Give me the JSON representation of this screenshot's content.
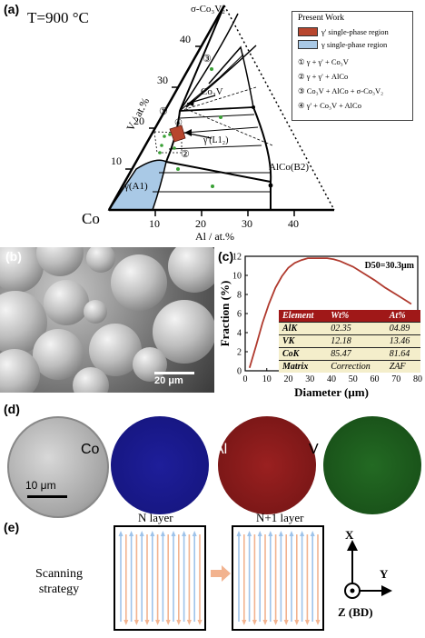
{
  "panels": {
    "a": "(a)",
    "b": "(b)",
    "c": "(c)",
    "d": "(d)",
    "e": "(e)"
  },
  "phase_diagram": {
    "temperature": "T=900 °C",
    "corner_label": "Co",
    "v_axis_label": "V / at.%",
    "al_axis_label": "Al / at.%",
    "v_ticks": [
      "10",
      "20",
      "30",
      "40"
    ],
    "al_ticks": [
      "10",
      "20",
      "30",
      "40"
    ],
    "labels": {
      "sigma": "σ-Co₃V₂",
      "co3v": "Co₃V",
      "gamma_prime": "γ'(L1₂)",
      "gamma": "γ(A1)",
      "alco": "AlCo(B2)",
      "r1": "①",
      "r2": "②",
      "r3": "③",
      "r4": "④"
    },
    "legend": {
      "title": "Present Work",
      "items": [
        {
          "label": "γ' single-phase region",
          "color": "#b8462e"
        },
        {
          "label": "γ single-phase region",
          "color": "#a9c9e6"
        }
      ],
      "regions": [
        "① γ + γ' + Co₃V",
        "② γ + γ' + AlCo",
        "③ Co₃V + AlCo + σ-Co₃V₂",
        "④ γ' + Co₃V + AlCo"
      ]
    }
  },
  "sem": {
    "scale_bar": "20 μm"
  },
  "chart_data": {
    "type": "line",
    "annotation": "D50=30.3μm",
    "xlabel": "Diameter (μm)",
    "ylabel": "Fraction (%)",
    "xlim": [
      0,
      80
    ],
    "ylim": [
      0,
      12
    ],
    "xticks": [
      "0",
      "10",
      "20",
      "30",
      "40",
      "50",
      "60",
      "70",
      "80"
    ],
    "yticks": [
      "0",
      "2",
      "4",
      "6",
      "8",
      "10",
      "12"
    ],
    "x": [
      2,
      5,
      8,
      11,
      14,
      17,
      20,
      23,
      26,
      29,
      32,
      35,
      38,
      41,
      44,
      47,
      50,
      55,
      60,
      65,
      70,
      75,
      77
    ],
    "y": [
      0.3,
      2.6,
      5.0,
      7.0,
      8.7,
      9.9,
      10.8,
      11.3,
      11.6,
      11.8,
      11.8,
      11.8,
      11.8,
      11.7,
      11.5,
      11.2,
      10.9,
      10.2,
      9.5,
      8.7,
      8.0,
      7.3,
      7.0
    ],
    "line_color": "#b03a2e"
  },
  "eds_table": {
    "headers": [
      "Element",
      "Wt%",
      "At%"
    ],
    "rows": [
      [
        "AlK",
        "02.35",
        "04.89"
      ],
      [
        "VK",
        "12.18",
        "13.46"
      ],
      [
        "CoK",
        "85.47",
        "81.64"
      ],
      [
        "Matrix",
        "Correction",
        "ZAF"
      ]
    ]
  },
  "eds_maps": {
    "scale_bar": "10 μm",
    "co_label": "Co",
    "al_label": "Al",
    "v_label": "V",
    "co_color": "#1a1a8c",
    "al_color": "#8c1a1a",
    "v_color": "#1f5a1f"
  },
  "scanning": {
    "caption": "Scanning strategy",
    "layer_n": "N layer",
    "layer_n1": "N+1 layer",
    "axis_x": "X",
    "axis_y": "Y",
    "axis_z": "Z (BD)",
    "arrow_up_color": "#9ec3ea",
    "arrow_down_color": "#f2b38f"
  }
}
